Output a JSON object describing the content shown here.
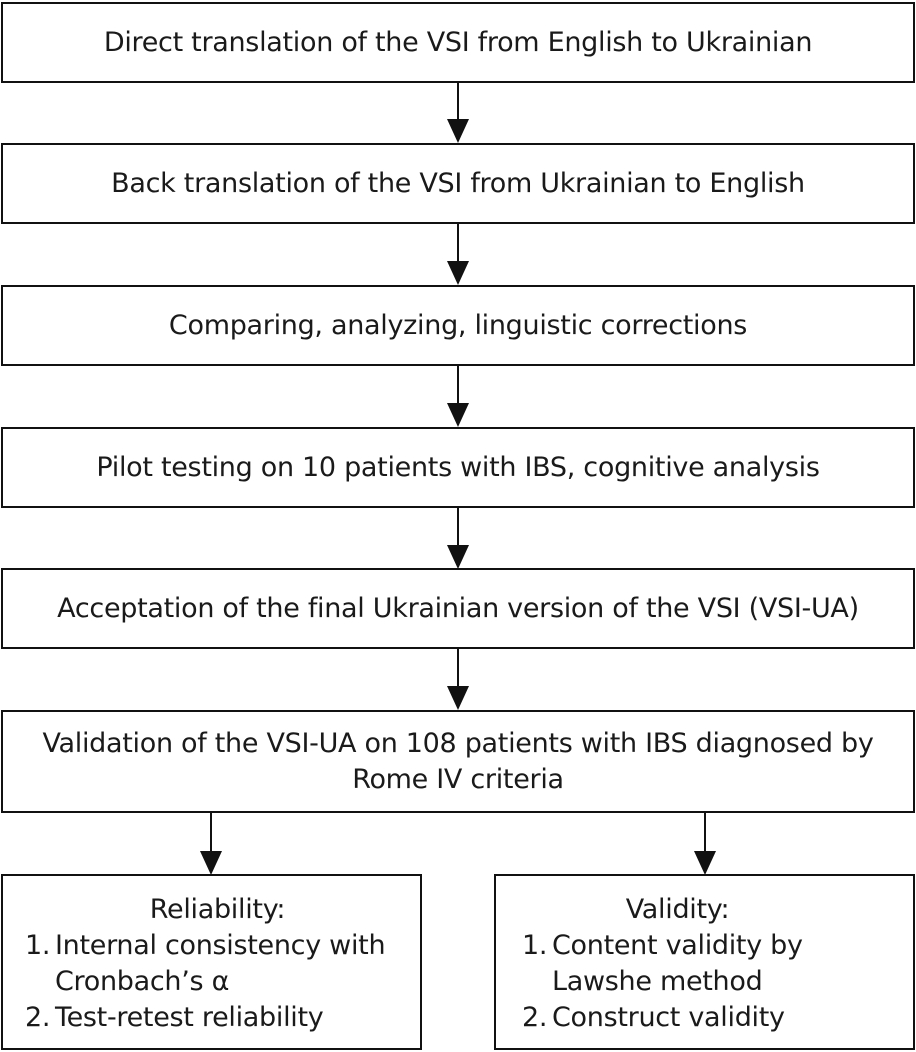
{
  "diagram": {
    "steps": [
      {
        "text": "Direct translation of the VSI from English to Ukrainian"
      },
      {
        "text": "Back translation of the VSI from Ukrainian to English"
      },
      {
        "text": "Comparing, analyzing, linguistic corrections"
      },
      {
        "text": "Pilot testing on 10 patients with IBS, cognitive analysis"
      },
      {
        "text": "Acceptation of the final Ukrainian version of the VSI (VSI-UA)"
      },
      {
        "text": "Validation of the VSI-UA on 108 patients with IBS diagnosed by Rome IV criteria"
      }
    ],
    "reliability": {
      "title": "Reliability:",
      "items": [
        {
          "num": "1.",
          "text": "Internal consistency with Cronbach’s α"
        },
        {
          "num": "2.",
          "text": "Test-retest reliability"
        }
      ]
    },
    "validity": {
      "title": "Validity:",
      "items": [
        {
          "num": "1.",
          "text": "Content validity by Lawshe method"
        },
        {
          "num": "2.",
          "text": "Construct validity"
        }
      ]
    }
  }
}
